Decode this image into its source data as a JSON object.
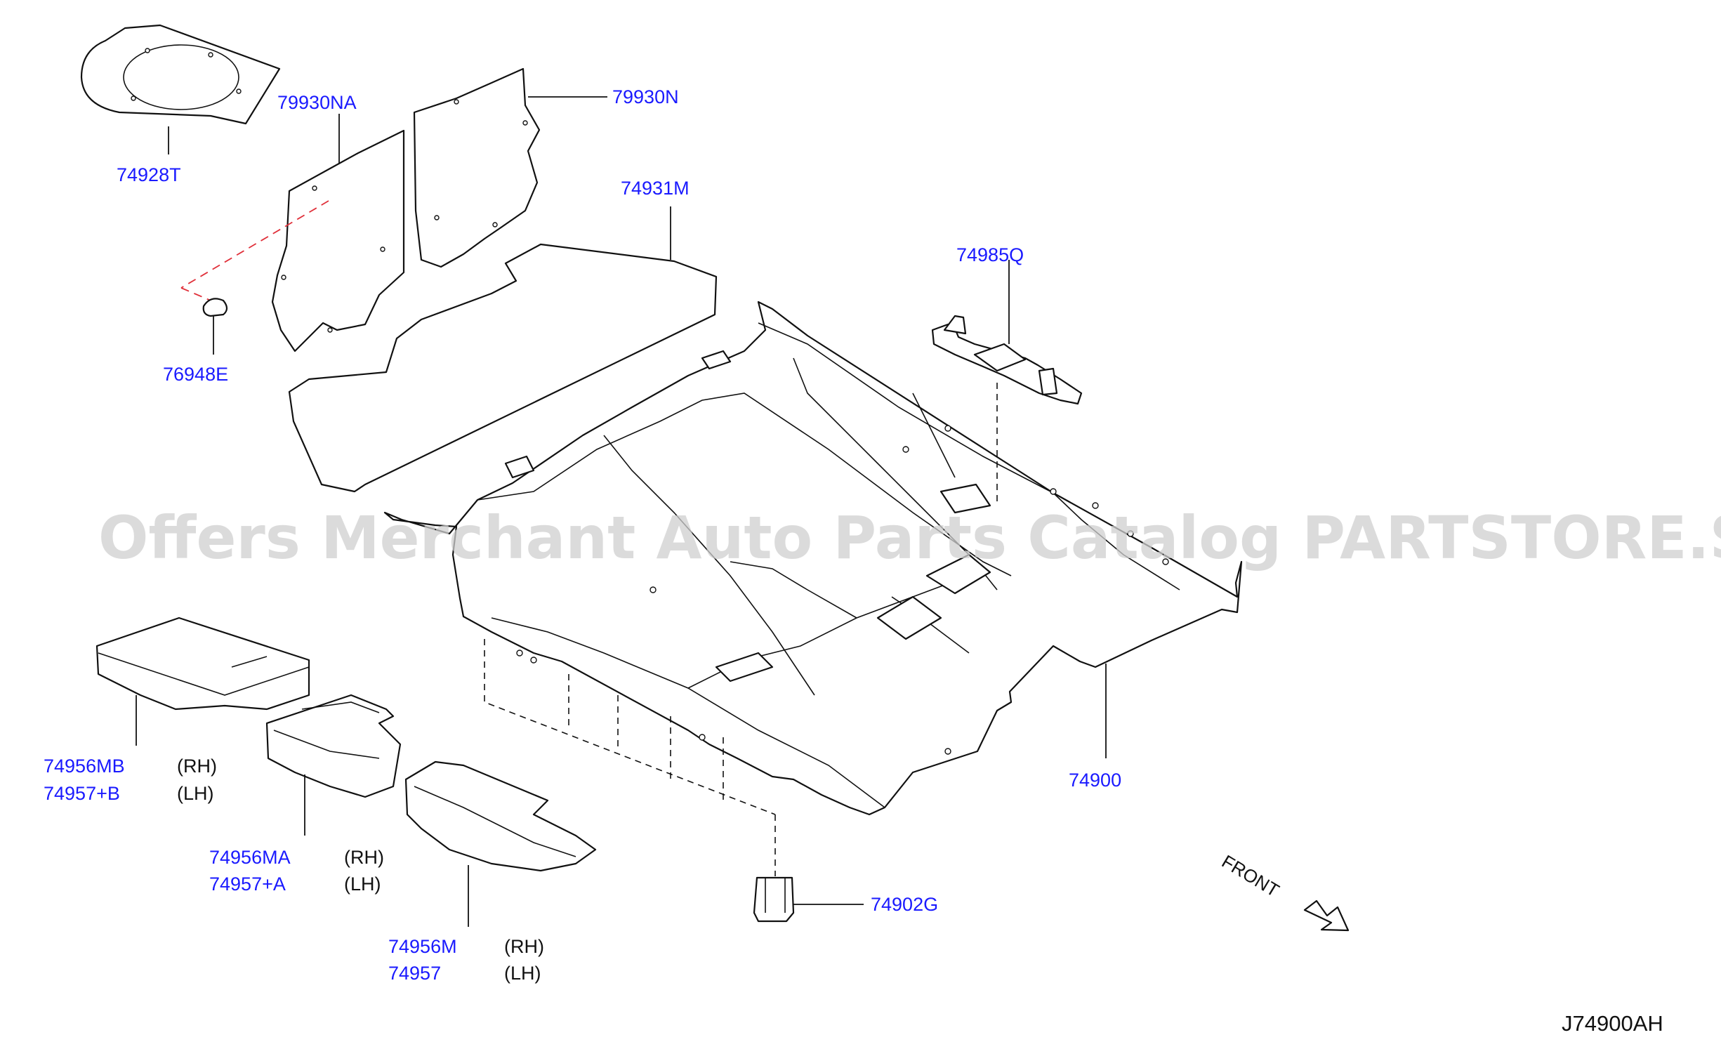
{
  "watermark": "Offers Merchant Auto Parts Catalog PARTSTORE.SA",
  "diagram_code": "J74900AH",
  "front_label": "FRONT",
  "colors": {
    "part_number": "#1a1aff",
    "line": "#111111",
    "reference_dash": "#e0303a",
    "watermark": "#cfcfcf"
  },
  "parts": {
    "p74928T": "74928T",
    "p79930NA": "79930NA",
    "p79930N": "79930N",
    "p74931M": "74931M",
    "p76948E": "76948E",
    "p74985Q": "74985Q",
    "p74900": "74900",
    "p74902G": "74902G",
    "p74956MB": "74956MB",
    "p74957B": "74957+B",
    "p74956MA": "74956MA",
    "p74957A": "74957+A",
    "p74956M": "74956M",
    "p74957": "74957"
  },
  "sides": {
    "rh": "(RH)",
    "lh": "(LH)"
  }
}
